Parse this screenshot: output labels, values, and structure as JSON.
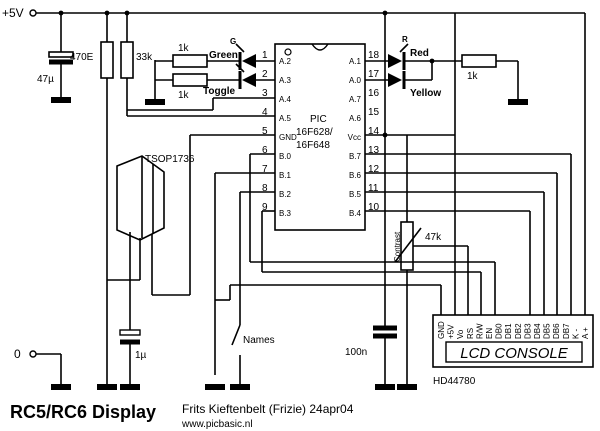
{
  "supply": {
    "plus": "+5V",
    "zero": "0"
  },
  "components": {
    "r470": "470E",
    "r33k": "33k",
    "cap47": "47µ",
    "r1k_a": "1k",
    "r1k_b": "1k",
    "r1k_c": "1k",
    "led_green": "Green",
    "led_toggle": "Toggle",
    "led_red": "Red",
    "led_yellow": "Yellow",
    "tsop": "TSOP1736",
    "cap1": "1µ",
    "names_switch": "Names",
    "pot": "47k",
    "contrast": "Contrast",
    "cap100n": "100n",
    "led_g_letter": "G",
    "led_r_letter": "R"
  },
  "pic": {
    "title1": "PIC",
    "title2": "16F628/",
    "title3": "16F648",
    "left_pins": [
      {
        "num": "1",
        "name": "A.2"
      },
      {
        "num": "2",
        "name": "A.3"
      },
      {
        "num": "3",
        "name": "A.4"
      },
      {
        "num": "4",
        "name": "A.5"
      },
      {
        "num": "5",
        "name": "GND"
      },
      {
        "num": "6",
        "name": "B.0"
      },
      {
        "num": "7",
        "name": "B.1"
      },
      {
        "num": "8",
        "name": "B.2"
      },
      {
        "num": "9",
        "name": "B.3"
      }
    ],
    "right_pins": [
      {
        "num": "18",
        "name": "A.1"
      },
      {
        "num": "17",
        "name": "A.0"
      },
      {
        "num": "16",
        "name": "A.7"
      },
      {
        "num": "15",
        "name": "A.6"
      },
      {
        "num": "14",
        "name": "Vcc"
      },
      {
        "num": "13",
        "name": "B.7"
      },
      {
        "num": "12",
        "name": "B.6"
      },
      {
        "num": "11",
        "name": "B.5"
      },
      {
        "num": "10",
        "name": "B.4"
      }
    ]
  },
  "lcd": {
    "pins": [
      "GND",
      "+5V",
      "Vo",
      "RS",
      "R/W",
      "EN",
      "DB0",
      "DB1",
      "DB2",
      "DB3",
      "DB4",
      "DB5",
      "DB6",
      "DB7",
      "K -",
      "A +"
    ],
    "screen_text": "LCD CONSOLE",
    "model": "HD44780"
  },
  "footer": {
    "title": "RC5/RC6 Display",
    "author": "Frits Kieftenbelt (Frizie) 24apr04",
    "url": "www.picbasic.nl"
  }
}
